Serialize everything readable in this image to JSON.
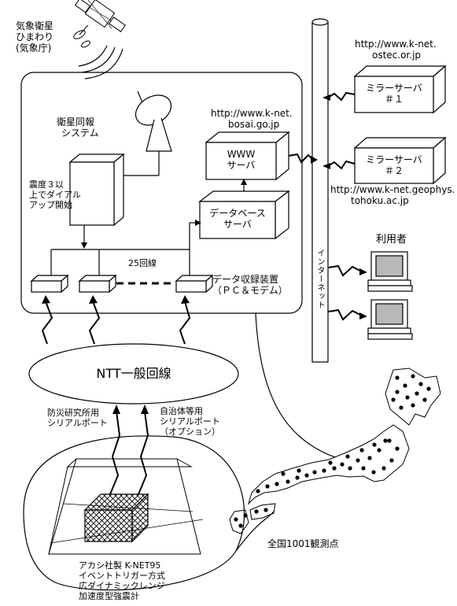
{
  "satellite_label": [
    "気象衛星",
    "ひまわり",
    "(気象庁)"
  ],
  "broadcast_system": [
    "衛星同報",
    "システム"
  ],
  "trigger_note": [
    "震度３以",
    "上でダイアル",
    "アップ開始"
  ],
  "servers": {
    "www": {
      "lines": [
        "WWW",
        "サーバ"
      ],
      "url": [
        "http://www.k-net.",
        "bosai.go.jp"
      ]
    },
    "database": {
      "lines": [
        "データベース",
        "サーバ"
      ]
    },
    "mirror1": {
      "lines": [
        "ミラーサーバ",
        "＃１"
      ],
      "url": [
        "http://www.k-net.",
        "ostec.or.jp"
      ]
    },
    "mirror2": {
      "lines": [
        "ミラーサーバ",
        "＃２"
      ],
      "url": [
        "http://www.k-net.geophys.",
        "tohoku.ac.jp"
      ]
    }
  },
  "lines_count": "25回線",
  "collector": [
    "データ収録装置",
    "（ＰＣ＆モデム）"
  ],
  "internet_label": "インターネット",
  "users_label": "利用者",
  "ntt_line": "NTT一般回線",
  "ports": {
    "nied": [
      "防災研究所用",
      "シリアルポート"
    ],
    "municipal": [
      "自治体等用",
      "シリアルポート",
      "（オプション）"
    ]
  },
  "stations_label": "全国1001観測点",
  "seismometer": [
    "アカシ社製 K-NET95",
    "イベントトリガー方式",
    "広ダイナミックレンジ",
    "加速度型強震計"
  ],
  "colors": {
    "ink": "#000000",
    "paper": "#ffffff",
    "screen": "#b8b8b8"
  }
}
